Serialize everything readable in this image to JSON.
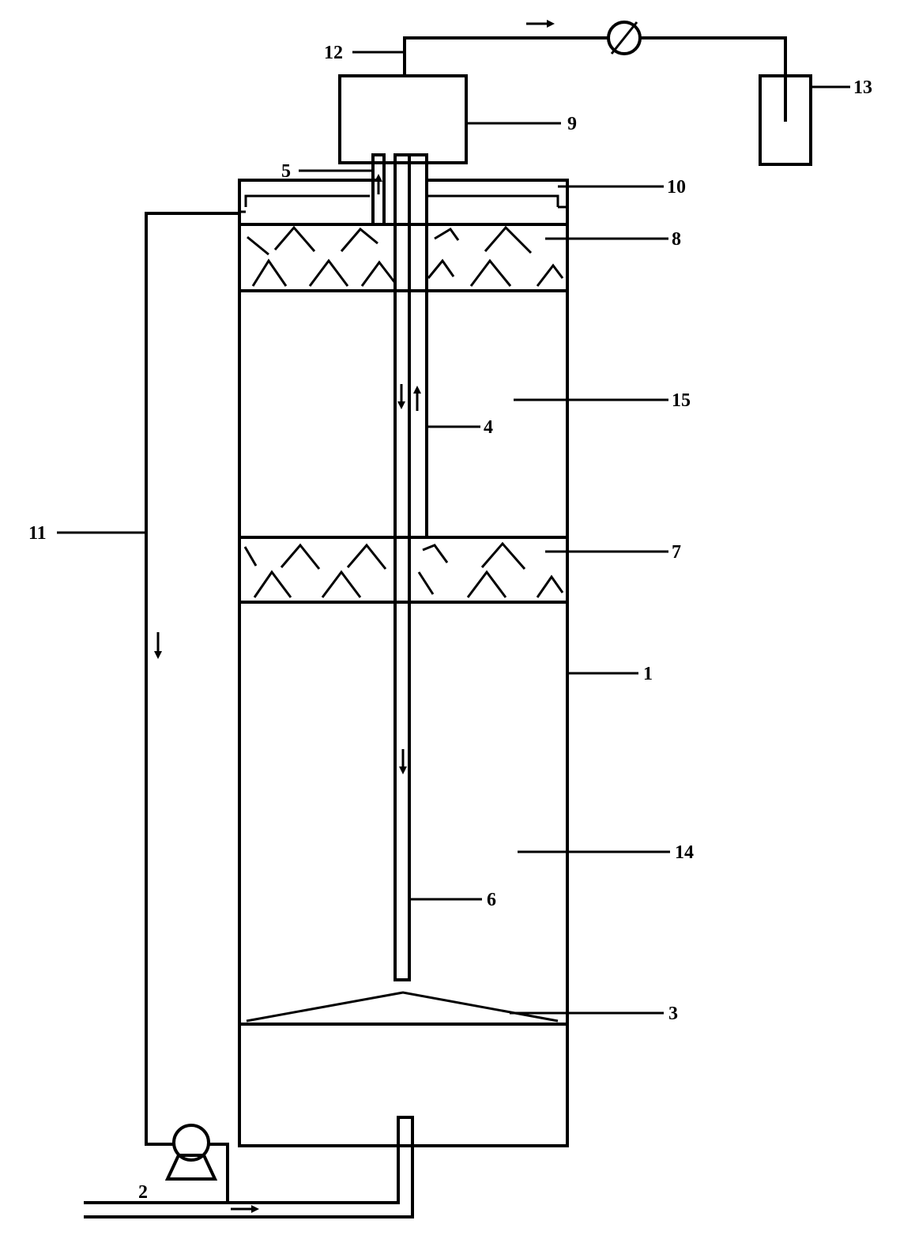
{
  "labels": {
    "l1": "1",
    "l2": "2",
    "l3": "3",
    "l4": "4",
    "l5": "5",
    "l6": "6",
    "l7": "7",
    "l8": "8",
    "l9": "9",
    "l10": "10",
    "l11": "11",
    "l12": "12",
    "l13": "13",
    "l14": "14",
    "l15": "15"
  },
  "colors": {
    "line": "#000000",
    "background": "#ffffff"
  }
}
